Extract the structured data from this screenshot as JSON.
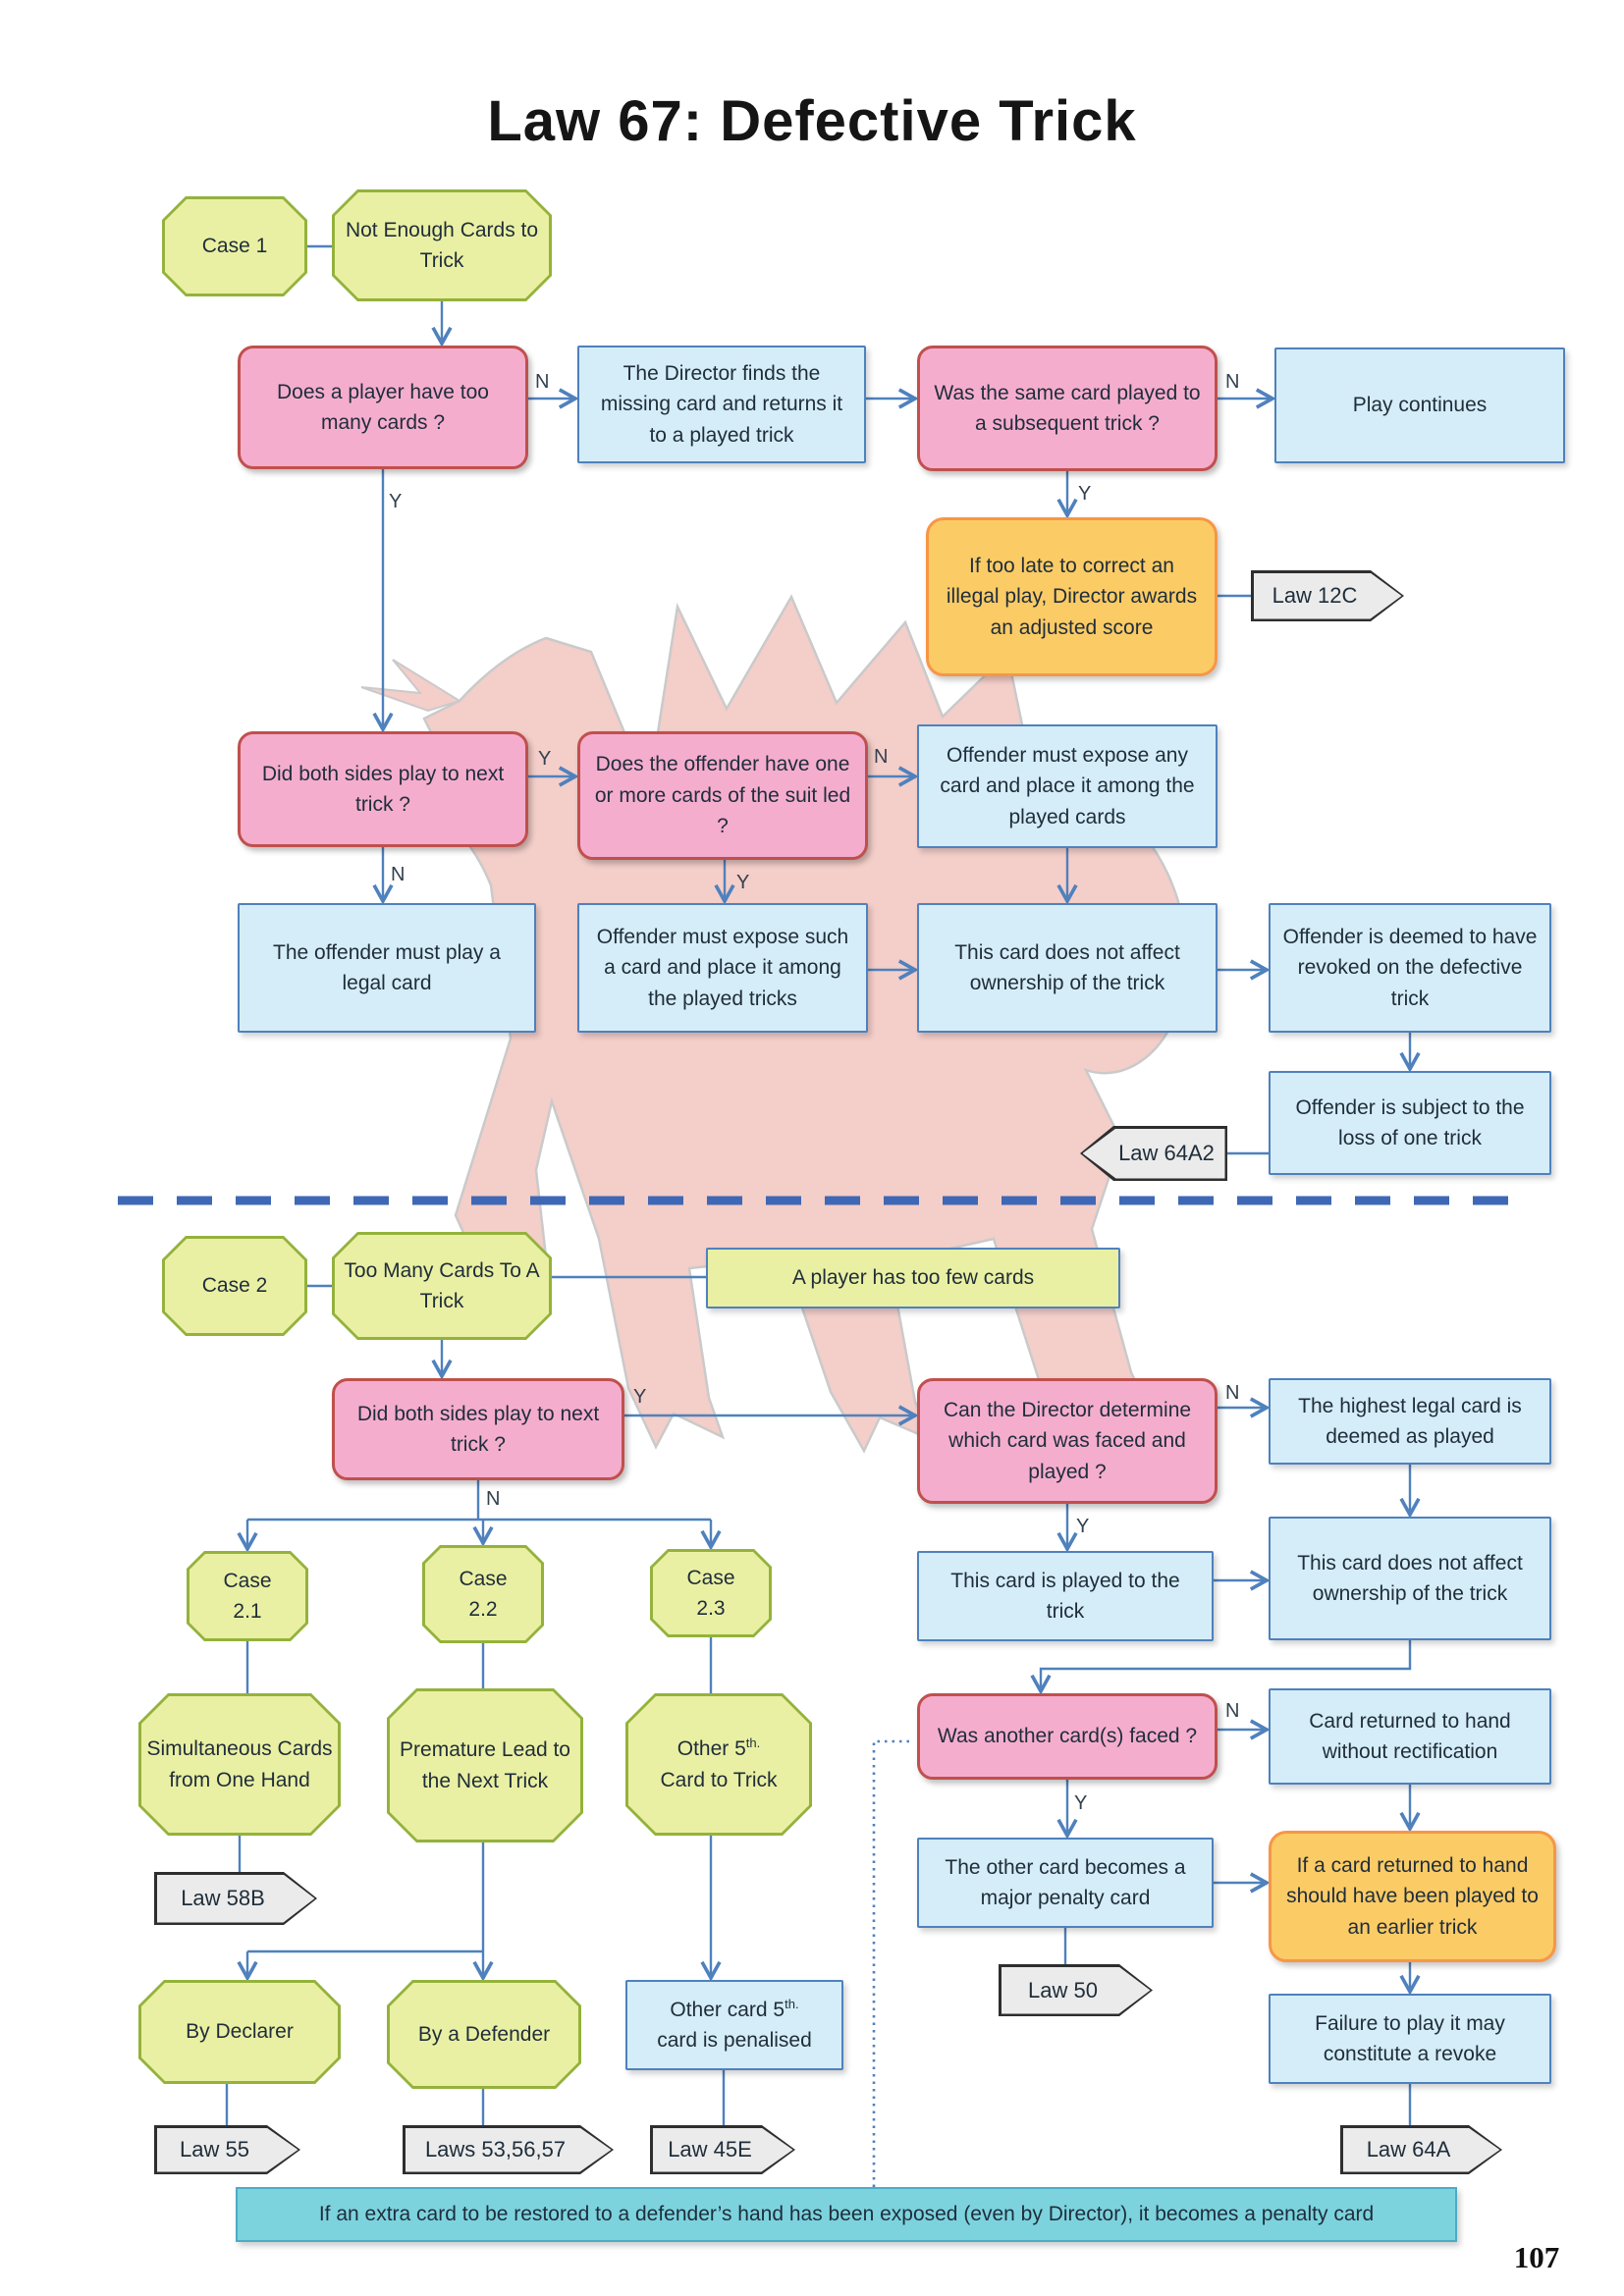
{
  "title": "Law 67: Defective Trick",
  "page_number": "107",
  "banner": "If an extra card to be restored to a defender’s hand has been exposed (even by Director), it becomes a penalty card",
  "icons": {
    "watermark": "welsh-dragon"
  },
  "colors": {
    "pink_fill": "#F5ADCE",
    "pink_border": "#C0504D",
    "blue_fill": "#D5EDF8",
    "blue_border": "#4F81BD",
    "green_fill": "#EAF0A3",
    "green_border": "#94B23C",
    "orange_fill": "#FBCB66",
    "orange_border": "#F79646",
    "tag_fill": "#EBEBEB",
    "tag_border": "#2E2E2E",
    "teal_fill": "#7CD3DE",
    "teal_border": "#4BACC6",
    "connector": "#4F81BD",
    "divider": "#3E68B5"
  },
  "nodes": {
    "case1_badge": "Case 1",
    "case1_topic": "Not Enough Cards to Trick",
    "q_too_many": "Does a player have too many cards ?",
    "director_finds": "The Director finds the missing card and returns it to a played trick",
    "q_same_card": "Was the same card played to a subsequent trick ?",
    "play_continues": "Play continues",
    "too_late": "If too late to correct an illegal play, Director awards an adjusted score",
    "q_both_sides_1": "Did both sides play to next trick ?",
    "q_offender_suit": "Does the offender have one or more cards of the suit led ?",
    "expose_any": "Offender must expose any card and place it among the played cards",
    "legal_card": "The offender must play a legal card",
    "expose_such": "Offender must expose such a card and place it among the played tricks",
    "no_affect_1": "This card does not affect ownership of the trick",
    "deemed_revoked": "Offender is deemed to have revoked on the defective trick",
    "loss_one_trick": "Offender is subject to the loss of one trick",
    "case2_badge": "Case 2",
    "case2_topic": "Too Many Cards To A Trick",
    "too_few": "A player has too few cards",
    "q_both_sides_2": "Did both sides play to next trick ?",
    "q_director_determine": "Can the Director determine which card was faced and played ?",
    "highest_legal": "The highest legal card is deemed as played",
    "no_affect_2": "This card does not affect ownership of the trick",
    "played_to_trick": "This card is played to the trick",
    "case21": {
      "l1": "Case",
      "l2": "2.1"
    },
    "case22": {
      "l1": "Case",
      "l2": "2.2"
    },
    "case23": {
      "l1": "Case",
      "l2": "2.3"
    },
    "simultaneous": "Simultaneous Cards from One Hand",
    "premature": "Premature Lead to the Next Trick",
    "other5": {
      "pre": "Other 5",
      "sup": "th.",
      "post": "Card to Trick"
    },
    "q_another_faced": "Was another card(s) faced ?",
    "returned_no_rect": "Card returned to hand without rectification",
    "other_becomes": "The other card becomes a major penalty card",
    "if_returned": "If a card returned to hand should have been played to an earlier trick",
    "by_declarer": "By Declarer",
    "by_defender": "By a Defender",
    "other_card_pen": {
      "pre": "Other card 5",
      "sup": "th.",
      "post": "card is penalised"
    },
    "failure_revoke": "Failure to play it may constitute a revoke"
  },
  "tags": {
    "law12c": "Law 12C",
    "law64a2": "Law 64A2",
    "law58b": "Law 58B",
    "law50": "Law 50",
    "law55": "Law 55",
    "laws535657": "Laws 53,56,57",
    "law45e": "Law 45E",
    "law64a": "Law 64A"
  },
  "edge_labels": {
    "p1_n": "N",
    "p1_y": "Y",
    "p2_n": "N",
    "p2_y": "Y",
    "p3_y": "Y",
    "p3_n": "N",
    "p4_n": "N",
    "p4_y": "Y",
    "p5_y": "Y",
    "p5_n": "N",
    "p6_n": "N",
    "p6_y": "Y",
    "p7_n": "N",
    "p7_y": "Y"
  }
}
